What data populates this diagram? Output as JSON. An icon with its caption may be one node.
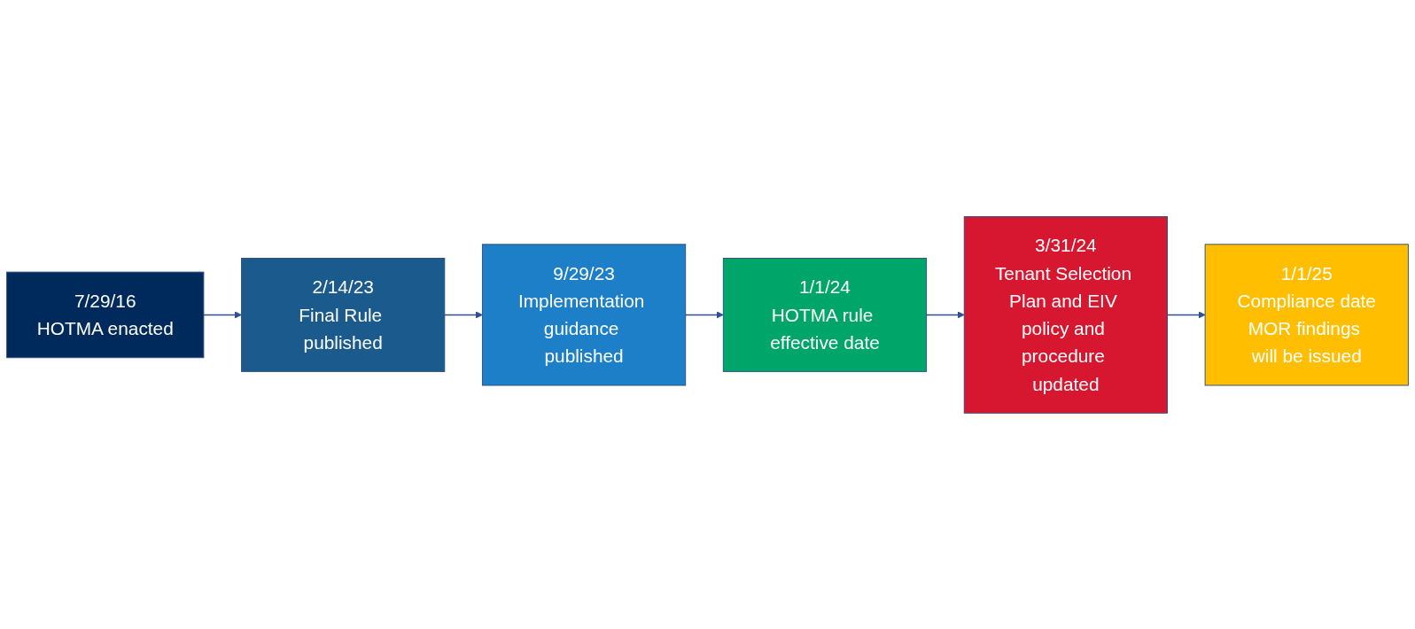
{
  "diagram": {
    "nodes": [
      {
        "text": [
          "7/29/16",
          "HOTMA enacted"
        ]
      },
      {
        "text": [
          "2/14/23",
          "Final Rule published"
        ]
      },
      {
        "text": [
          "9/29/23",
          "Implementation guidance published"
        ]
      },
      {
        "text": [
          "1/1/24",
          "HOTMA rule effective date"
        ]
      },
      {
        "text": [
          "3/31/24",
          "Tenant Selection Plan and EIV policy and procedure updated"
        ]
      },
      {
        "text": [
          "1/1/25",
          "Compliance date",
          "MOR findings will be issued"
        ]
      }
    ],
    "edges": [
      {
        "from": 0,
        "to": 1,
        "arrow": "to"
      },
      {
        "from": 1,
        "to": 2,
        "arrow": "to"
      },
      {
        "from": 2,
        "to": 3,
        "arrow": "to"
      },
      {
        "from": 3,
        "to": 4,
        "arrow": "to"
      },
      {
        "from": 4,
        "to": 5,
        "arrow": "to"
      }
    ]
  }
}
